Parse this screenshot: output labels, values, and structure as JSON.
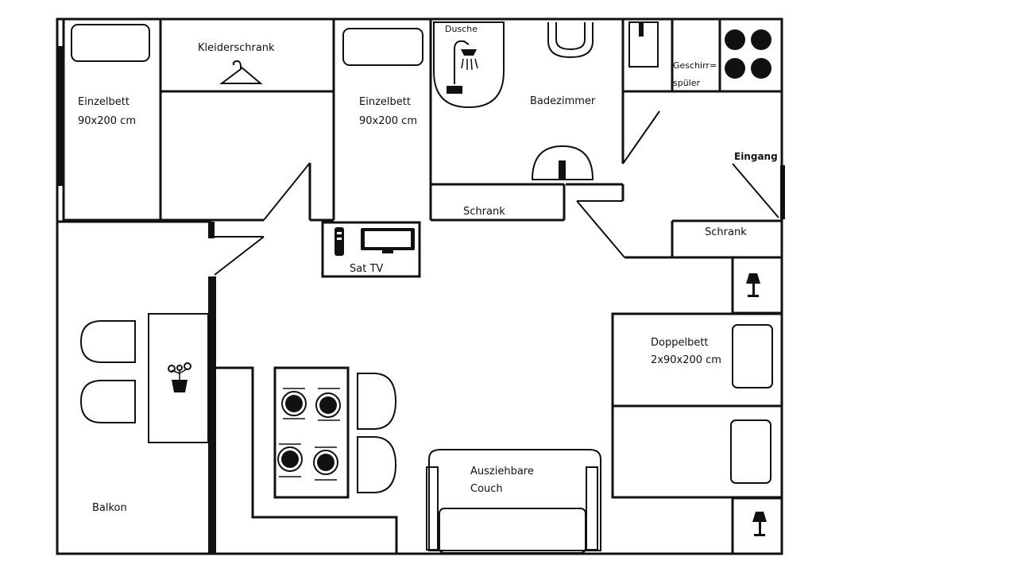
{
  "rooms": {
    "bed_left": {
      "title": "Einzelbett",
      "size": "90x200 cm"
    },
    "wardrobe": {
      "title": "Kleiderschrank"
    },
    "bed_middle": {
      "title": "Einzelbett",
      "size": "90x200 cm"
    },
    "shower": {
      "title": "Dusche"
    },
    "bathroom": {
      "title": "Badezimmer"
    },
    "dishwasher": {
      "line1": "Geschirr=",
      "line2": "spüler"
    },
    "entrance": {
      "title": "Eingang"
    },
    "cabinet_bath": {
      "title": "Schrank"
    },
    "cabinet_entry": {
      "title": "Schrank"
    },
    "tv": {
      "title": "Sat TV"
    },
    "double_bed": {
      "title": "Doppelbett",
      "size": "2x90x200 cm"
    },
    "couch": {
      "line1": "Ausziehbare",
      "line2": "Couch"
    },
    "balcony": {
      "title": "Balkon"
    }
  },
  "icons": [
    "hanger-icon",
    "shower-icon",
    "toilet-icon",
    "sink-icon",
    "stove-icon",
    "remote-icon",
    "tv-icon",
    "flower-pot-icon",
    "plate-setting-icon",
    "lamp-icon",
    "chair-icon",
    "couch-icon"
  ]
}
